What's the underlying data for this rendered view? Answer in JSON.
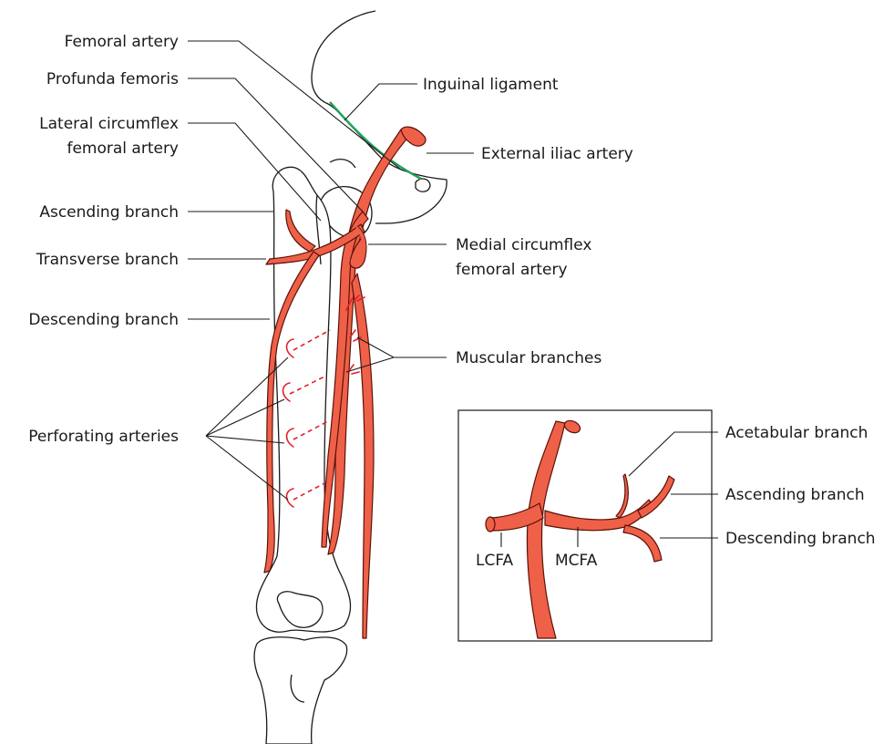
{
  "labels": {
    "femoral_artery": "Femoral artery",
    "profunda_femoris": "Profunda femoris",
    "lateral_circumflex_1": "Lateral circumflex",
    "lateral_circumflex_2": "femoral artery",
    "ascending_branch": "Ascending branch",
    "transverse_branch": "Transverse branch",
    "descending_branch": "Descending branch",
    "perforating_arteries": "Perforating arteries",
    "inguinal_ligament": "Inguinal ligament",
    "external_iliac_artery": "External iliac artery",
    "medial_circumflex_1": "Medial circumflex",
    "medial_circumflex_2": "femoral artery",
    "muscular_branches": "Muscular branches"
  },
  "inset": {
    "acetabular_branch": "Acetabular branch",
    "ascending_branch": "Ascending branch",
    "descending_branch": "Descending branch",
    "lcfa": "LCFA",
    "mcfa": "MCFA"
  },
  "colors": {
    "artery": "#ef6048",
    "artery_outline": "#5a1208",
    "small_vessels": "#e0202a",
    "ligament": "#1fa15a"
  }
}
